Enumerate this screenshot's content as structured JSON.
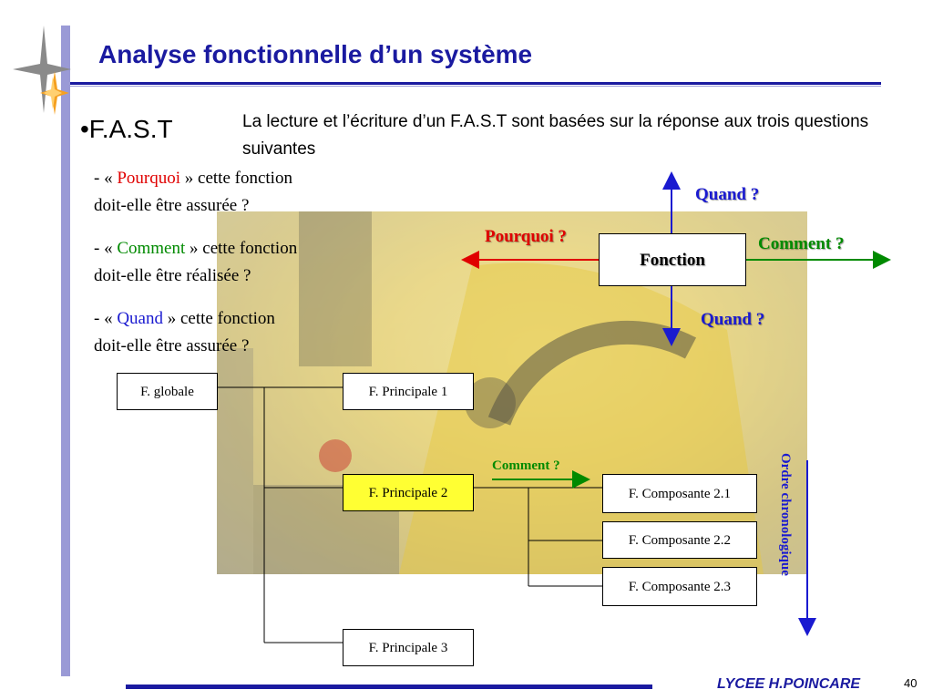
{
  "slide": {
    "title": "Analyse fonctionnelle d’un système",
    "bullet": "•F.A.S.T",
    "intro": "La lecture et l’écriture d’un F.A.S.T sont basées sur la réponse aux trois questions suivantes"
  },
  "questions": [
    {
      "prefix": "- « ",
      "keyword": "Pourquoi",
      "suffix": " » cette fonction",
      "line2": "doit-elle être assurée ?",
      "color": "#e00000"
    },
    {
      "prefix": "- « ",
      "keyword": "Comment",
      "suffix": " » cette fonction",
      "line2": "doit-elle être réalisée ?",
      "color": "#008a00"
    },
    {
      "prefix": "- « ",
      "keyword": "Quand",
      "suffix": " » cette fonction",
      "line2": "doit-elle être assurée ?",
      "color": "#1a1ad0"
    }
  ],
  "diagram": {
    "fonction": "Fonction",
    "quand_top": "Quand ?",
    "quand_bottom": "Quand ?",
    "pourquoi": "Pourquoi ?",
    "comment": "Comment ?"
  },
  "tree": {
    "globale": "F. globale",
    "principale_1": "F. Principale 1",
    "principale_2": "F. Principale 2",
    "principale_3": "F. Principale 3",
    "composante_1": "F. Composante 2.1",
    "composante_2": "F. Composante 2.2",
    "composante_3": "F. Composante 2.3",
    "comment": "Comment ?",
    "ordre": "Ordre chronologique"
  },
  "footer": {
    "school": "LYCEE H.POINCARE",
    "page": "40"
  },
  "colors": {
    "accent": "#1a1aa0",
    "sidebar": "#9a9ad6",
    "highlight": "#ffff33",
    "pourquoi": "#e00000",
    "comment": "#008a00",
    "quand": "#1a1ad0"
  }
}
